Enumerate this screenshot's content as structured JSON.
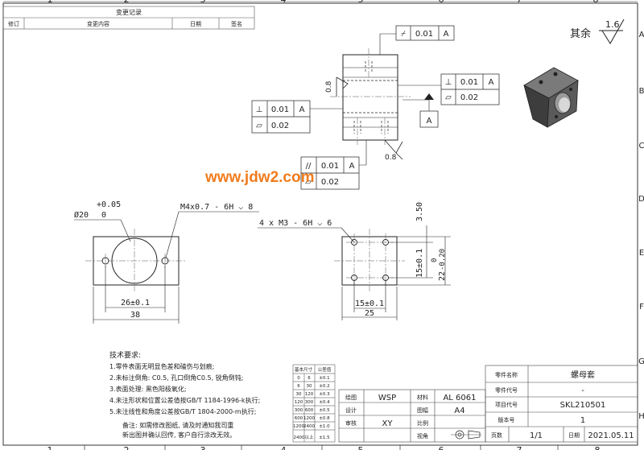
{
  "border": {
    "top_numbers": [
      "1",
      "2",
      "3",
      "4",
      "5",
      "6",
      "7",
      "8"
    ],
    "bottom_numbers": [
      "1",
      "2",
      "3",
      "4",
      "5",
      "6",
      "7",
      "8"
    ],
    "side_letters": [
      "A",
      "B",
      "C",
      "D",
      "E",
      "F",
      "G",
      "H"
    ]
  },
  "revision_table": {
    "title": "变更记录",
    "headers": [
      "修订",
      "变更内容",
      "日期",
      "签名"
    ]
  },
  "surface_finish": {
    "prefix": "其余",
    "value": "1.6"
  },
  "watermark": "www.jdw2.com",
  "front_view": {
    "fcf_top": {
      "symbol": "⌿",
      "tol": "0.01",
      "datum": "A"
    },
    "fcf_right_1": {
      "symbol": "⊥",
      "tol": "0.01",
      "datum": "A"
    },
    "fcf_right_2": {
      "symbol": "▱",
      "tol": "0.02"
    },
    "fcf_left_1": {
      "symbol": "⊥",
      "tol": "0.01",
      "datum": "A"
    },
    "fcf_left_2": {
      "symbol": "▱",
      "tol": "0.02"
    },
    "fcf_bottom_1": {
      "symbol": "//",
      "tol": "0.01",
      "datum": "A"
    },
    "fcf_bottom_2": {
      "symbol": "▱",
      "tol": "0.02"
    },
    "datum_label": "A",
    "roughness_left": "0.8",
    "roughness_right": "0.8"
  },
  "view_left": {
    "dia_label": "Ø20",
    "dia_upper": "+0.05",
    "dia_lower": "0",
    "thread_note": "M4x0.7 - 6H ⌵ 8",
    "dim_inner": "26±0.1",
    "dim_outer": "38"
  },
  "view_right": {
    "thread_note": "4 x  M3 - 6H ⌵ 6",
    "dim_350": "3.50",
    "dim_15": "15±0.1",
    "dim_22": "22",
    "dim_22_upper": "0",
    "dim_22_lower": "-0.20",
    "dim_bottom_inner": "15±0.1",
    "dim_bottom_outer": "25"
  },
  "tech_notes": {
    "title": "技术要求:",
    "lines": [
      "1.零件表面无明显色差和磕伤与划痕;",
      "2.未标注倒角: C0.5, 孔口倒角C0.5, 锐角倒钝;",
      "3.表面处理: 黑色阳极氧化;",
      "4.未注形状和位置公差值按GB/T 1184-1996-k执行;",
      "5.未注线性和角度公差按GB/T 1804-2000-m执行;"
    ],
    "remark_1": "备注: 如需修改图纸, 请及时通知我司重",
    "remark_2": "新出图并确认回传, 客户自行涂改无效。"
  },
  "tolerance_table": {
    "headers": [
      "基本尺寸",
      "公差值"
    ],
    "rows": [
      [
        "0",
        "6",
        "±0.1"
      ],
      [
        "6",
        "30",
        "±0.2"
      ],
      [
        "30",
        "120",
        "±0.3"
      ],
      [
        "120",
        "300",
        "±0.4"
      ],
      [
        "300",
        "600",
        "±0.5"
      ],
      [
        "600",
        "1200",
        "±0.8"
      ],
      [
        "1200",
        "2400",
        "±1.0"
      ],
      [
        "2400以上",
        "",
        "±1.5"
      ]
    ]
  },
  "title_block": {
    "label_drawing": "绘图",
    "drawer": "WSP",
    "label_material": "材料",
    "material": "AL 6061",
    "label_design": "设计",
    "label_size": "图幅",
    "size": "A4",
    "label_check": "审核",
    "checker": "XY",
    "label_scale": "比例",
    "label_view": "视角",
    "label_part_name": "零件名称",
    "part_name": "螺母套",
    "label_part_code": "零件代号",
    "part_code": "-",
    "label_project": "项目代号",
    "project_code": "SKL210501",
    "label_version": "版本号",
    "version": "1",
    "label_pages": "页数",
    "pages": "1/1",
    "label_date": "日期",
    "date": "2021.05.11"
  }
}
